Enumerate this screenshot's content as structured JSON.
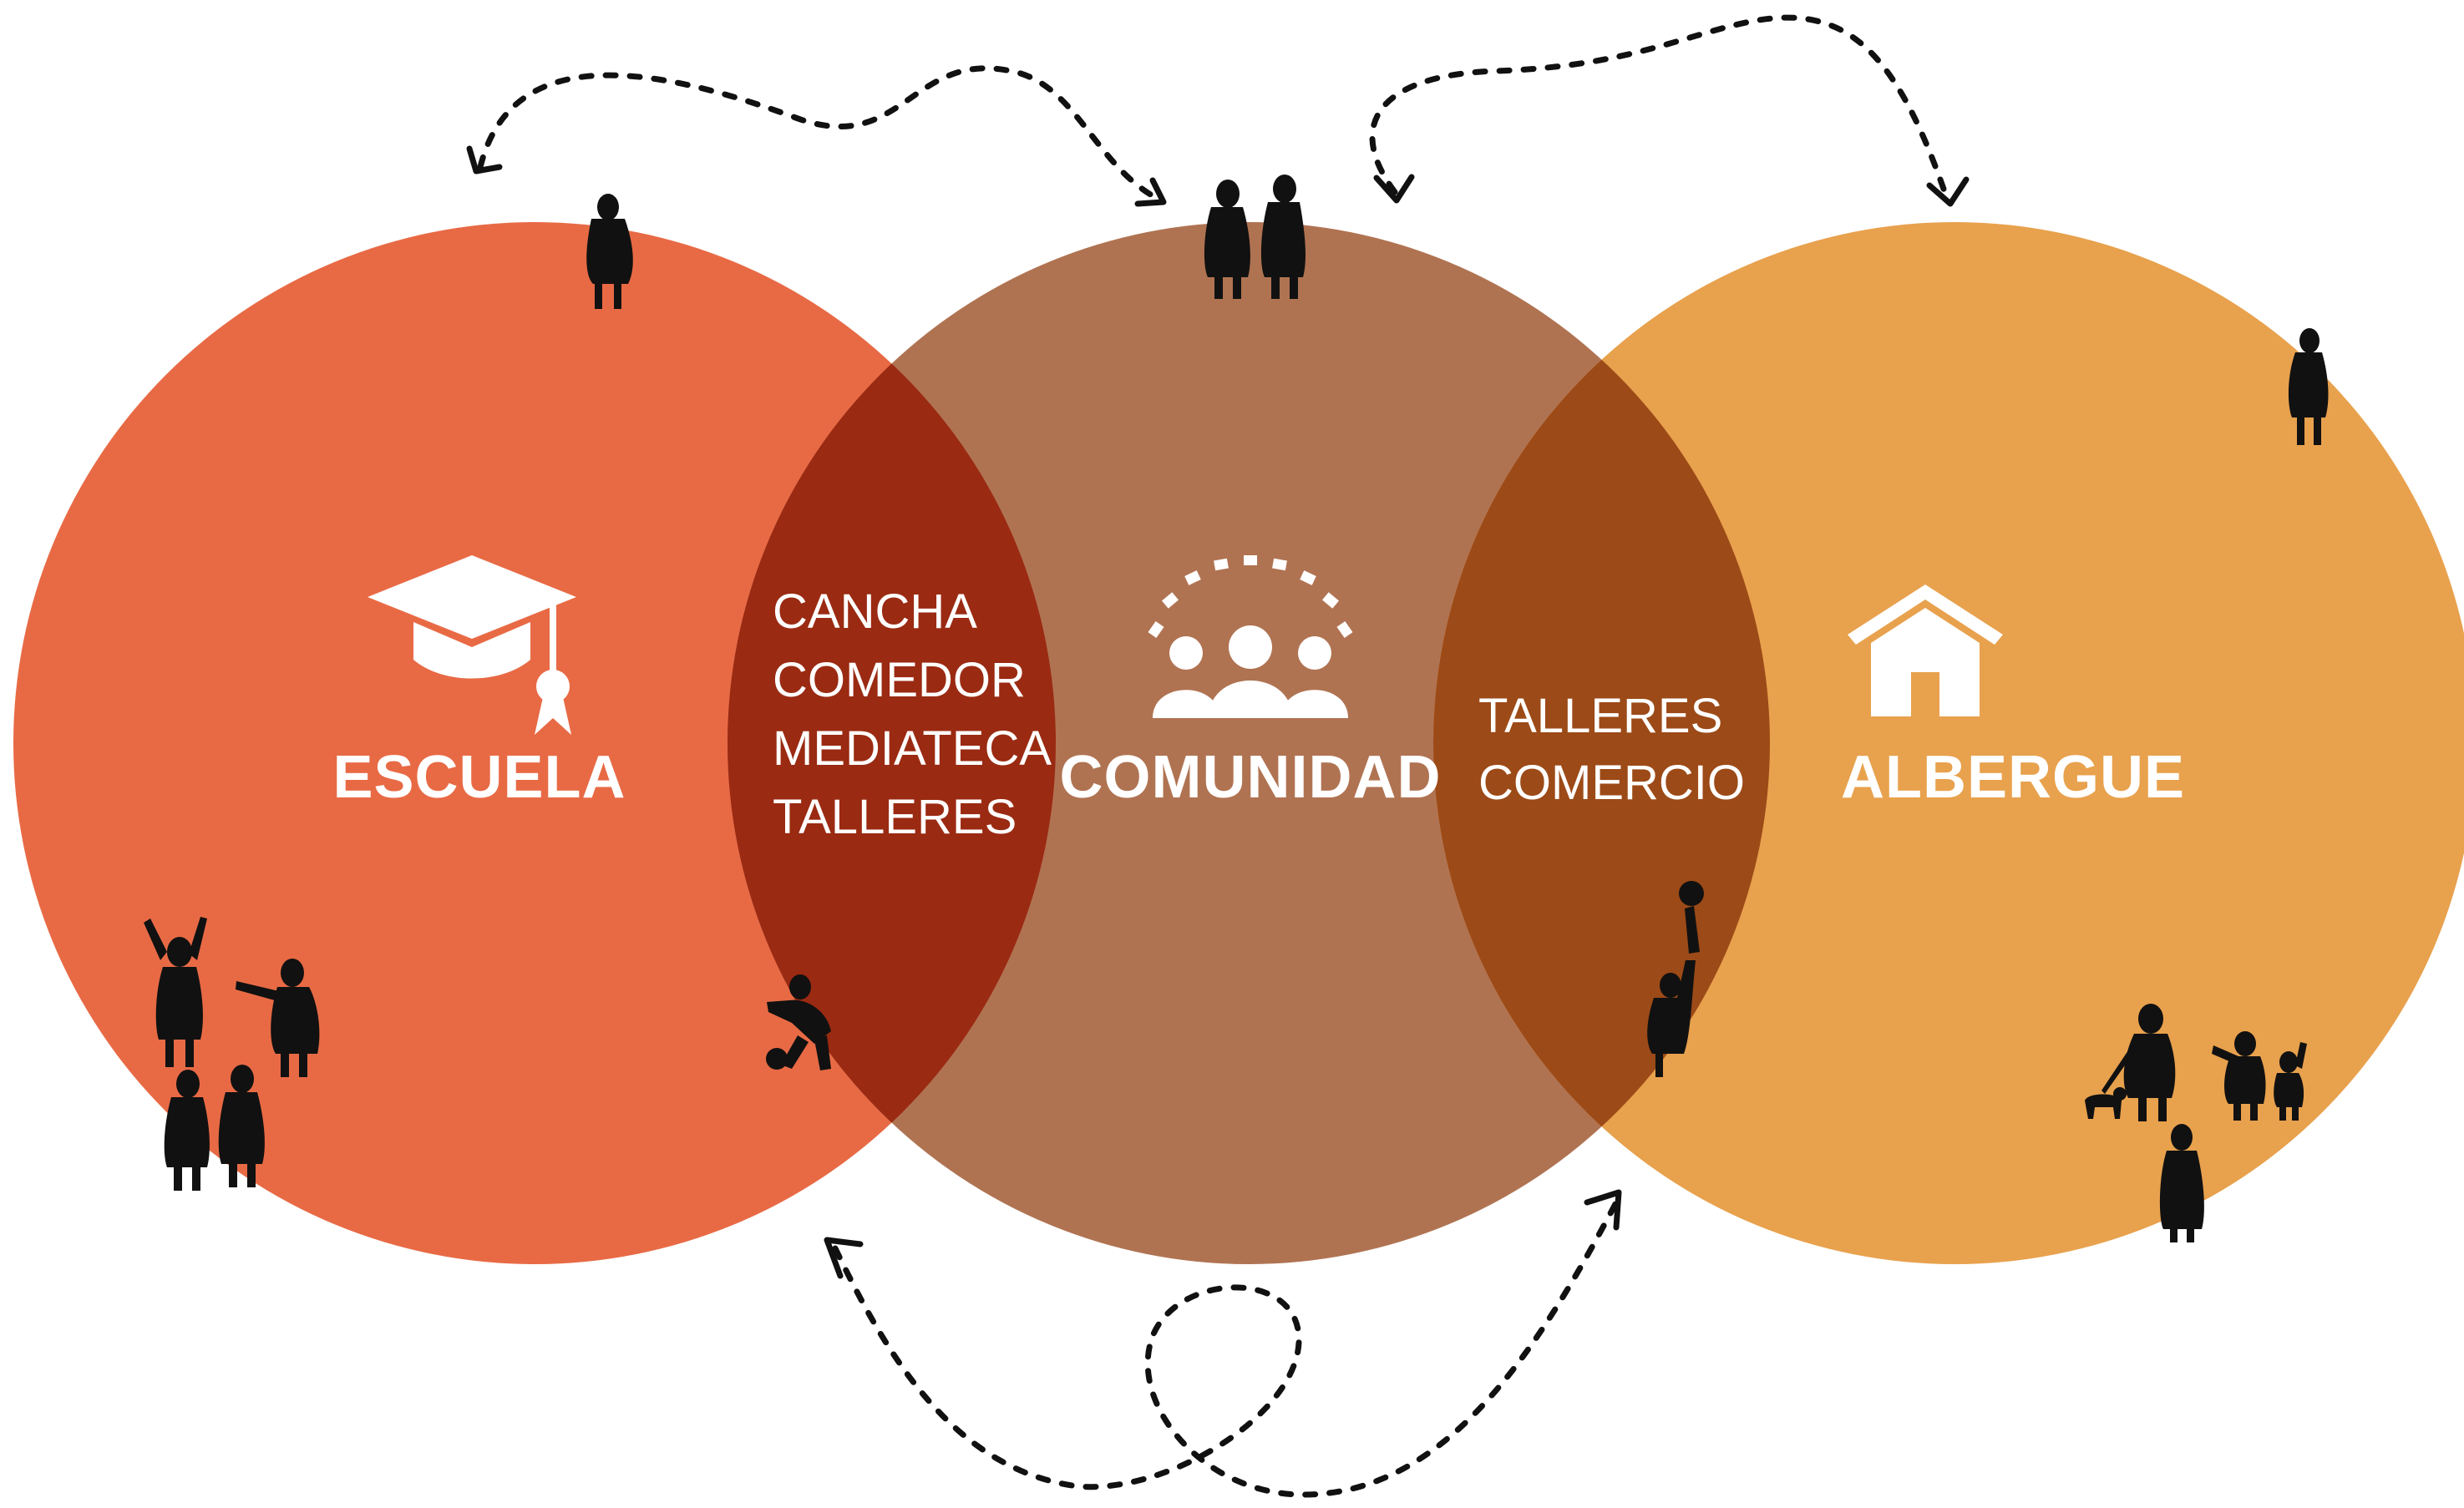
{
  "circles": {
    "escuela": {
      "label": "ESCUELA",
      "icon": "graduation-cap-icon",
      "color": "#e86a45"
    },
    "comunidad": {
      "label": "COMUNIDAD",
      "icon": "community-group-icon",
      "color": "#b07352"
    },
    "albergue": {
      "label": "ALBERGUE",
      "icon": "house-icon",
      "color": "#e8a14d"
    }
  },
  "overlaps": {
    "left": {
      "color": "#9a2a12",
      "items": [
        "CANCHA",
        "COMEDOR",
        "MEDIATECA",
        "TALLERES"
      ]
    },
    "right": {
      "color": "#9c4a17",
      "items": [
        "TALLERES",
        "COMERCIO"
      ]
    }
  },
  "decorations": {
    "people": "people-silhouettes",
    "arrows": "dotted-flow-arrows"
  }
}
